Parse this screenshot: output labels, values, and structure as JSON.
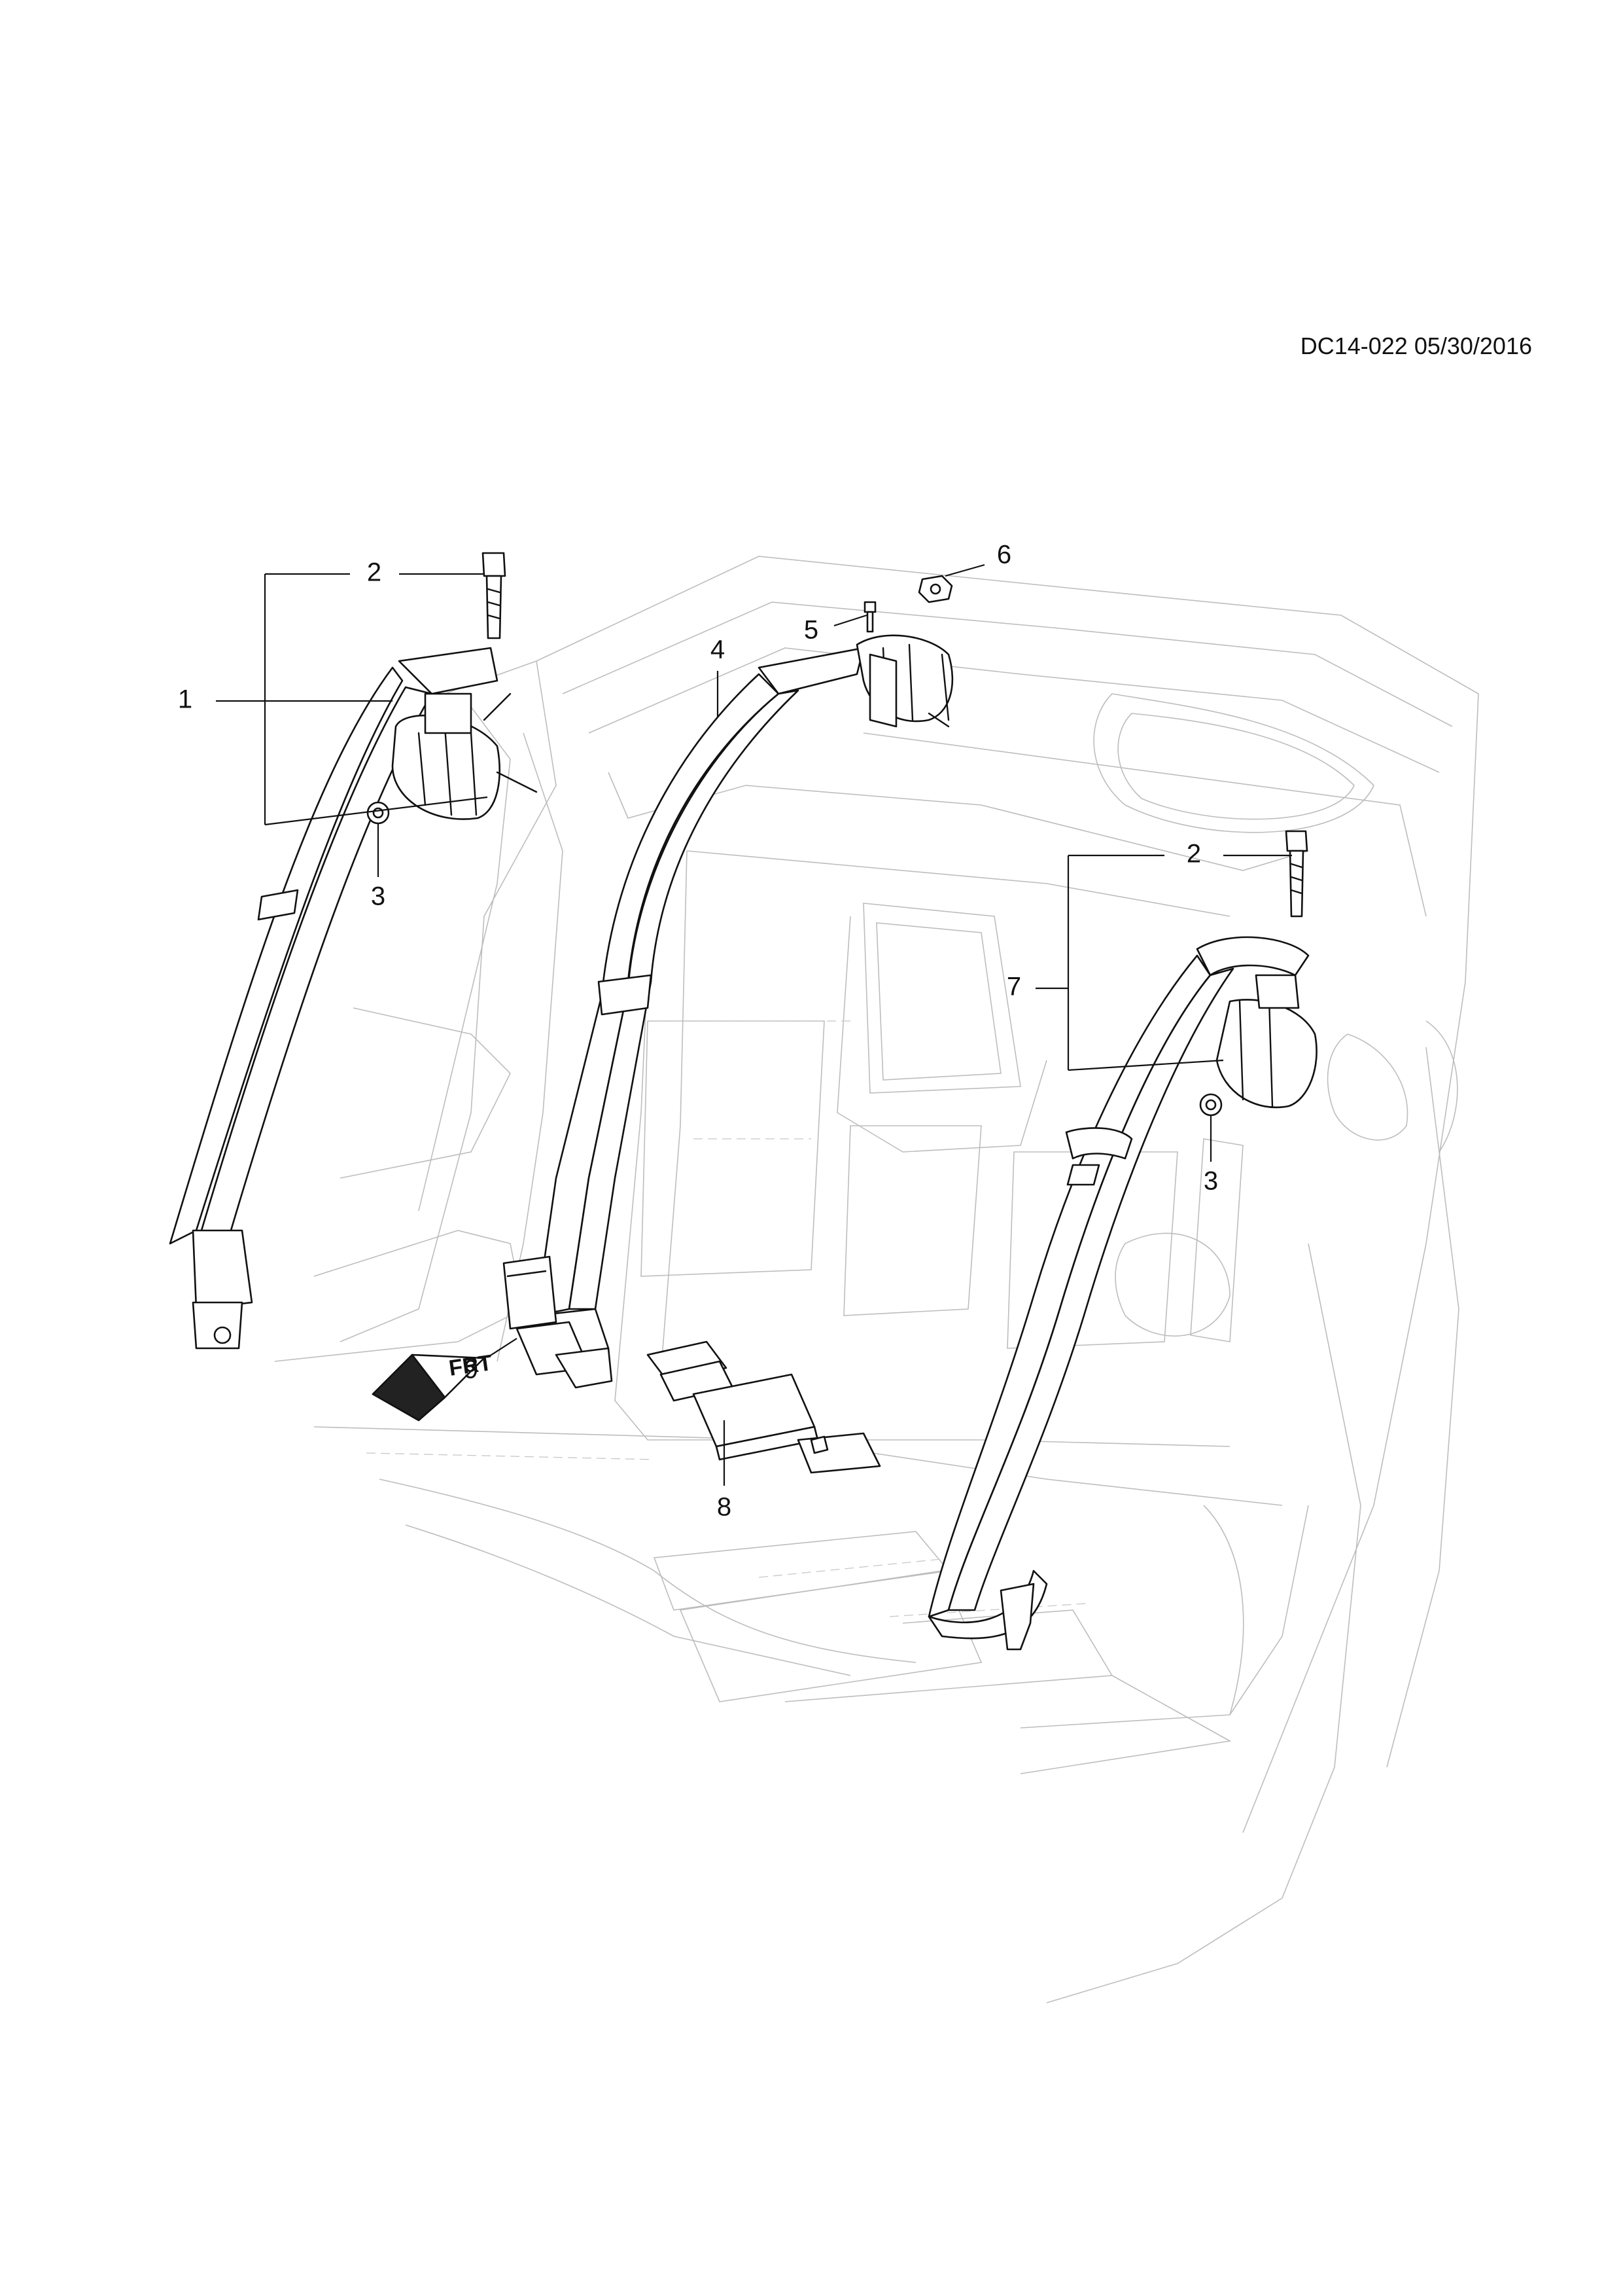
{
  "document": {
    "code": "DC14-022 05/30/2016"
  },
  "callouts": [
    {
      "id": "c1",
      "label": "1"
    },
    {
      "id": "c2a",
      "label": "2"
    },
    {
      "id": "c3a",
      "label": "3"
    },
    {
      "id": "c4",
      "label": "4"
    },
    {
      "id": "c5",
      "label": "5"
    },
    {
      "id": "c6",
      "label": "6"
    },
    {
      "id": "c2b",
      "label": "2"
    },
    {
      "id": "c7",
      "label": "7"
    },
    {
      "id": "c3b",
      "label": "3"
    },
    {
      "id": "c8",
      "label": "8"
    },
    {
      "id": "c9",
      "label": "9"
    }
  ],
  "direction_badge": {
    "label": "FRT"
  }
}
